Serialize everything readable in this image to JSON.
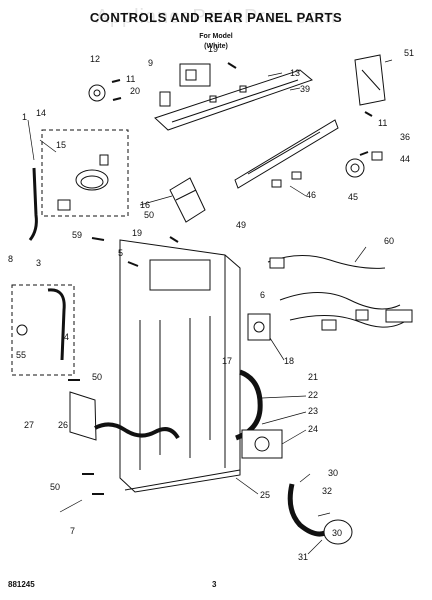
{
  "header": {
    "title": "CONTROLS AND REAR PANEL PARTS",
    "subtitle_line1": "For Model",
    "subtitle_line2": "(White)",
    "watermark": "AppliancePartsPros.com"
  },
  "callouts": {
    "c1": "1",
    "c3": "3",
    "c4": "4",
    "c5": "5",
    "c6": "6",
    "c7": "7",
    "c8": "8",
    "c9": "9",
    "c11a": "11",
    "c11b": "11",
    "c12": "12",
    "c13": "13",
    "c14": "14",
    "c15": "15",
    "c16": "16",
    "c17": "17",
    "c18": "18",
    "c19a": "19",
    "c19b": "19",
    "c20": "20",
    "c21": "21",
    "c22": "22",
    "c23": "23",
    "c24": "24",
    "c25": "25",
    "c26": "26",
    "c27": "27",
    "c30a": "30",
    "c30b": "30",
    "c31": "31",
    "c32": "32",
    "c36": "36",
    "c39": "39",
    "c44": "44",
    "c45": "45",
    "c46": "46",
    "c49": "49",
    "c50a": "50",
    "c50b": "50",
    "c50c": "50",
    "c51": "51",
    "c55": "55",
    "c59": "59",
    "c60": "60"
  },
  "footer": {
    "doc_number": "881245",
    "page_number": "3"
  }
}
